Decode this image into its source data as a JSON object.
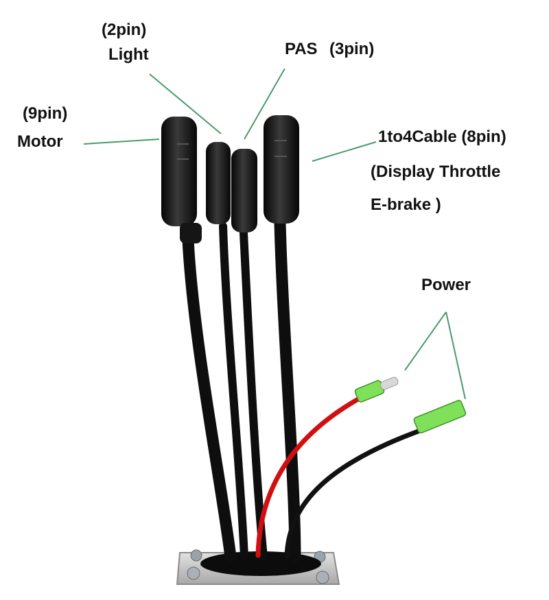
{
  "labels": {
    "light_pins": "(2pin)",
    "light": "Light",
    "pas": "PAS",
    "pas_pins": "(3pin)",
    "motor_pins": "(9pin)",
    "motor": "Motor",
    "cable_1to4": "1to4Cable (8pin)",
    "cable_desc_1": "(Display Throttle",
    "cable_desc_2": "E-brake )",
    "power": "Power"
  },
  "colors": {
    "leader_line": "#4a9a6a",
    "cable": "#111111",
    "red_wire": "#d01010",
    "terminal_green": "#7fe05a",
    "plate": "#c9c9c9"
  }
}
